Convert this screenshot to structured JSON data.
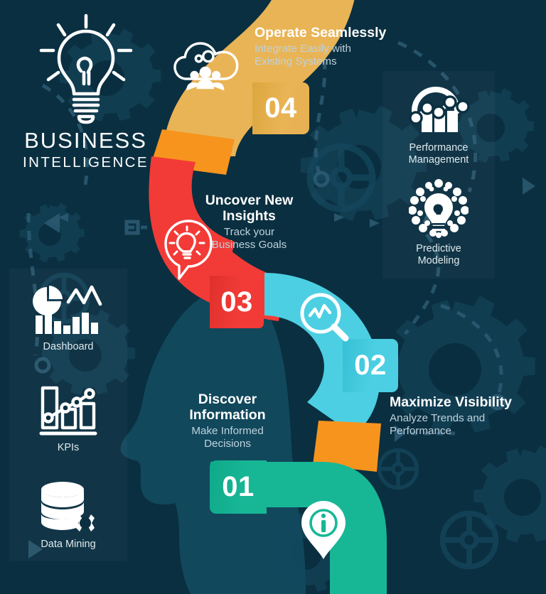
{
  "brand": {
    "icon": "lightbulb-icon",
    "title": "BUSINESS",
    "subtitle": "INTELLIGENCE"
  },
  "colors": {
    "background": "#0a2f40",
    "silhouette": "#12495e",
    "step04": "#e9b455",
    "step03": "#f23b37",
    "step02": "#4ccfe2",
    "step01": "#17b796",
    "connector_orange": "#f7941e",
    "title_text": "#ffffff",
    "sub_text": "#bfd2dc"
  },
  "steps": [
    {
      "number": "04",
      "title": "Operate Seamlessly",
      "subtitle": "Integrate Easily with\nExisting Systems",
      "subtitle_line1": "Integrate Easily with",
      "subtitle_line2": "Existing Systems",
      "color": "#e9b455",
      "icon": "cloud-gears-people-icon",
      "align": "left"
    },
    {
      "number": "03",
      "title": "Uncover New\nInsights",
      "title_line1": "Uncover New",
      "title_line2": "Insights",
      "subtitle_line1": "Track your",
      "subtitle_line2": "Business Goals",
      "color": "#f23b37",
      "icon": "lightbulb-pin-icon",
      "align": "center"
    },
    {
      "number": "02",
      "title": "Maximize Visibility",
      "subtitle_line1": "Analyze Trends and",
      "subtitle_line2": "Performance",
      "color": "#4ccfe2",
      "icon": "magnifier-chart-icon",
      "align": "left"
    },
    {
      "number": "01",
      "title": "Discover\nInformation",
      "title_line1": "Discover",
      "title_line2": "Information",
      "subtitle_line1": "Make Informed",
      "subtitle_line2": "Decisions",
      "color": "#17b796",
      "icon": "info-pin-icon",
      "align": "center"
    }
  ],
  "left_panel": {
    "items": [
      {
        "label": "Dashboard",
        "icon": "pie-line-bar-chart-icon"
      },
      {
        "label": "KPIs",
        "icon": "bar-trendline-icon"
      },
      {
        "label": "Data Mining",
        "icon": "database-gear-icon"
      }
    ]
  },
  "right_panel": {
    "items": [
      {
        "label_line1": "Performance",
        "label_line2": "Management",
        "label": "Performance Management",
        "icon": "network-bar-chart-icon"
      },
      {
        "label_line1": "Predictive",
        "label_line2": "Modeling",
        "label": "Predictive Modeling",
        "icon": "bulb-dots-icon"
      }
    ]
  }
}
